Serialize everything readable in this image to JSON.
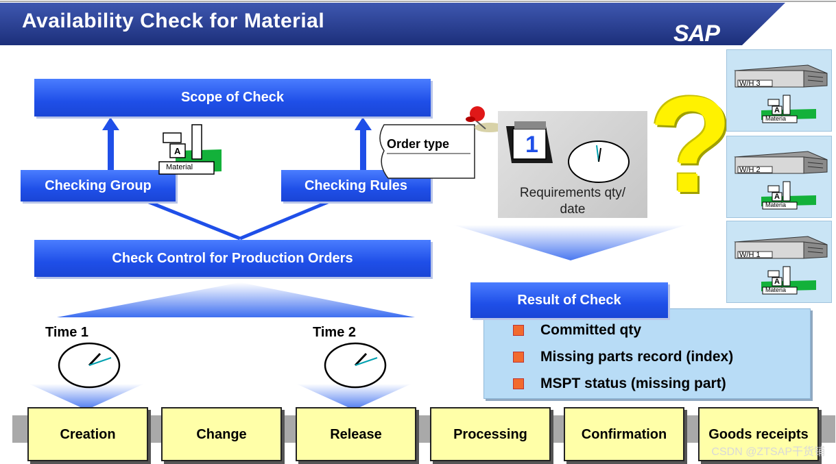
{
  "header": {
    "title": "Availability Check for Material",
    "logo": "SAP"
  },
  "boxes": {
    "scope_of_check": "Scope of Check",
    "checking_group": "Checking Group",
    "checking_rules": "Checking Rules",
    "check_control": "Check Control for Production Orders",
    "result_of_check": "Result of Check"
  },
  "material_icon": {
    "letter": "A",
    "label": "Material"
  },
  "order_type_note": "Order type",
  "requirements": {
    "calendar_number": "1",
    "label": "Requirements qty/\ndate"
  },
  "question_mark": "?",
  "times": {
    "time1": "Time 1",
    "time2": "Time 2"
  },
  "result_items": [
    "Committed qty",
    "Missing parts record (index)",
    "MSPT status (missing part)"
  ],
  "warehouses": [
    {
      "label": "W/H 3",
      "material": "Materia"
    },
    {
      "label": "W/H 2",
      "material": "Materia"
    },
    {
      "label": "W/H 1",
      "material": "Materia"
    }
  ],
  "steps": [
    "Creation",
    "Change",
    "Release",
    "Processing",
    "Confirmation",
    "Goods receipts"
  ],
  "watermark": "CSDN @ZTSAP干货铺",
  "colors": {
    "header_blue": "#2a3f8f",
    "box_blue": "#1f4fe8",
    "step_yellow": "#ffffa8",
    "bullet": "#f26a2e",
    "warehouse_bg": "#c9e4f5"
  }
}
